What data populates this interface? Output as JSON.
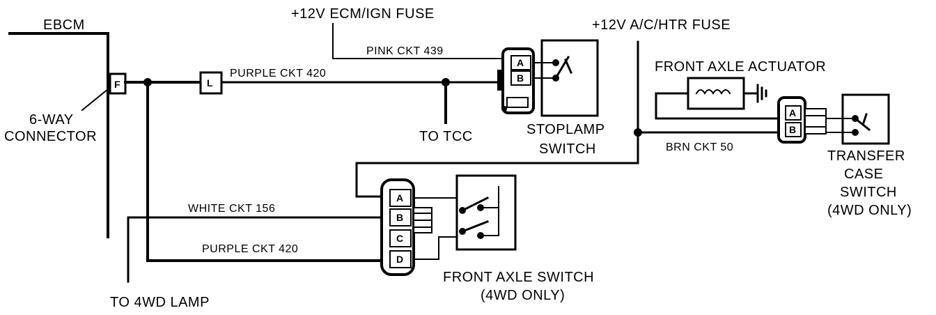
{
  "labels": {
    "ebcm": "EBCM",
    "six_way": "6-WAY",
    "connector": "CONNECTOR",
    "pin_f": "F",
    "pin_l": "L",
    "fuse_ecm": "+12V ECM/IGN FUSE",
    "fuse_ac": "+12V A/C/HTR FUSE",
    "pink_ckt": "PINK CKT 439",
    "purple_ckt_top": "PURPLE CKT 420",
    "to_tcc": "TO TCC",
    "stoplamp_1": "STOPLAMP",
    "stoplamp_2": "SWITCH",
    "front_axle_actuator": "FRONT AXLE ACTUATOR",
    "brn_ckt": "BRN CKT 50",
    "transfer_1": "TRANSFER",
    "transfer_2": "CASE",
    "transfer_3": "SWITCH",
    "transfer_4": "(4WD ONLY)",
    "white_ckt": "WHITE CKT 156",
    "purple_ckt_bottom": "PURPLE CKT 420",
    "to_4wd_lamp": "TO 4WD LAMP",
    "front_axle_switch_1": "FRONT AXLE SWITCH",
    "front_axle_switch_2": "(4WD ONLY)"
  },
  "connector_pins": {
    "stoplamp": [
      "A",
      "B"
    ],
    "actuator": [
      "A",
      "B"
    ],
    "front_axle": [
      "A",
      "B",
      "C",
      "D"
    ]
  }
}
